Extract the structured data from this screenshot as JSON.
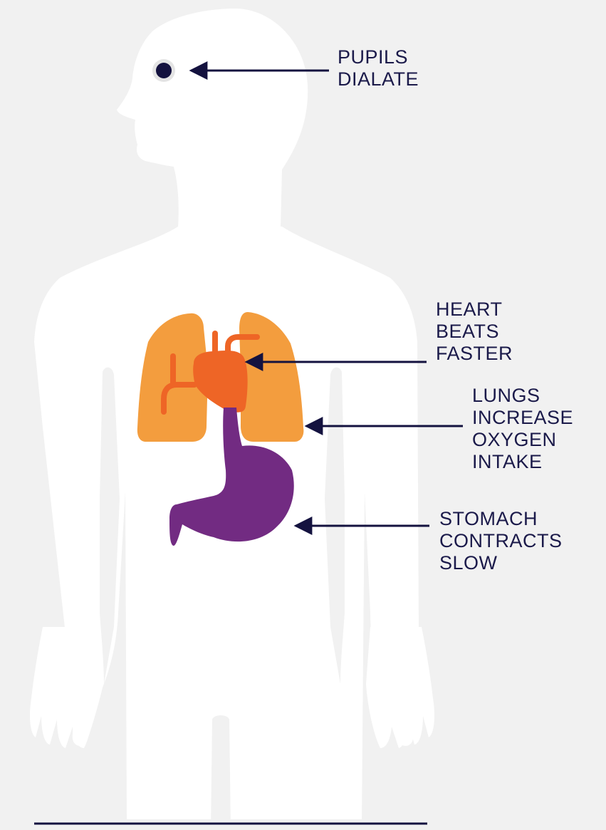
{
  "colors": {
    "background": "#f1f1f1",
    "body": "#ffffff",
    "pupil": "#14123f",
    "arrow": "#14123f",
    "text": "#1b1a4a",
    "lungs": "#f39d3e",
    "heart": "#ee6526",
    "stomach": "#722b82"
  },
  "labels": {
    "pupils": [
      "PUPILS",
      "DIALATE"
    ],
    "heart": [
      "HEART",
      "BEATS",
      "FASTER"
    ],
    "lungs": [
      "LUNGS",
      "INCREASE",
      "OXYGEN",
      "INTAKE"
    ],
    "stomach": [
      "STOMACH",
      "CONTRACTS",
      "SLOW"
    ]
  }
}
